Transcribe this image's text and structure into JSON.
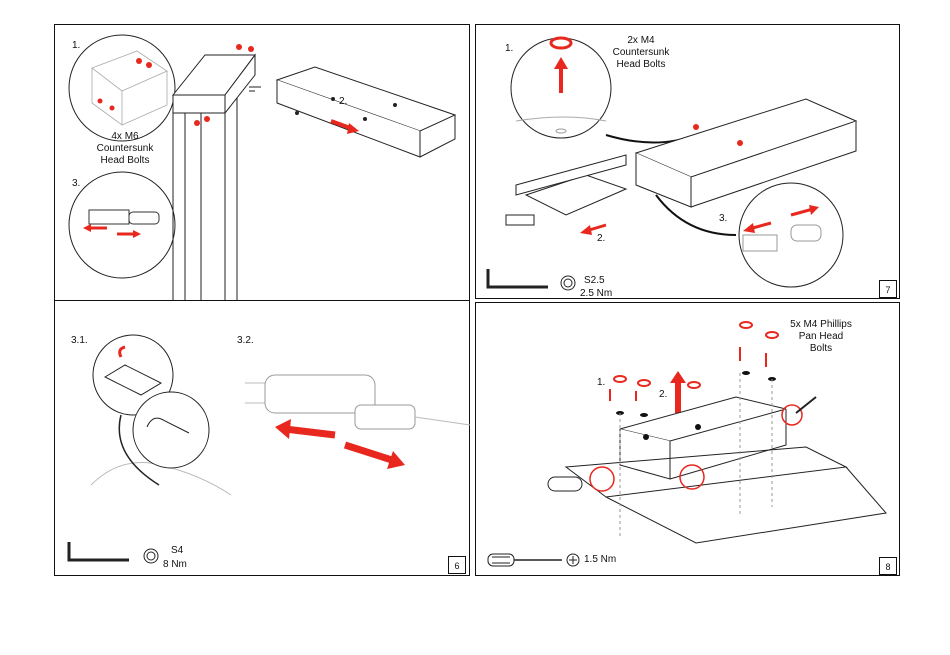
{
  "panels": {
    "p6": {
      "page": "6",
      "step1": "1.",
      "step2": "2.",
      "step3": "3.",
      "step31": "3.1.",
      "step32": "3.2.",
      "bolt_line1": "4x M6",
      "bolt_line2": "Countersunk",
      "bolt_line3": "Head Bolts",
      "tool_size": "S4",
      "torque": "8 Nm"
    },
    "p7": {
      "page": "7",
      "step1": "1.",
      "step2": "2.",
      "step3": "3.",
      "bolt_line1": "2x M4",
      "bolt_line2": "Countersunk",
      "bolt_line3": "Head Bolts",
      "tool_size": "S2.5",
      "torque": "2.5 Nm"
    },
    "p8": {
      "page": "8",
      "step1": "1.",
      "step2": "2.",
      "bolt_line1": "5x M4 Phillips",
      "bolt_line2": "Pan Head",
      "bolt_line3": "Bolts",
      "torque": "1.5 Nm"
    }
  },
  "colors": {
    "accent_red": "#e8281e",
    "line": "#222222",
    "light_line": "#bbbbbb"
  }
}
